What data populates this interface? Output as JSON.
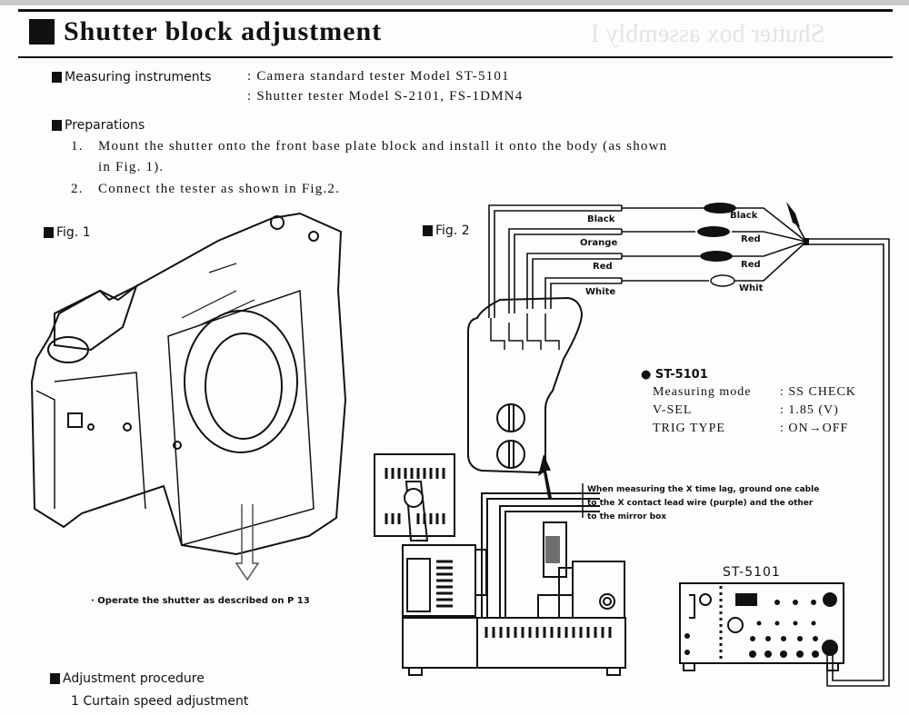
{
  "page": {
    "title": "Shutter block adjustment",
    "ghost_text": "Shutter box assembly I"
  },
  "measuring_instruments": {
    "heading": "Measuring instruments",
    "items": [
      ": Camera standard tester  Model ST-5101",
      ": Shutter tester  Model S-2101, FS-1DMN4"
    ]
  },
  "preparations": {
    "heading": "Preparations",
    "steps": [
      {
        "num": "1.",
        "text": "Mount the shutter onto the front base plate block and install it onto the body (as shown",
        "cont": "in Fig. 1)."
      },
      {
        "num": "2.",
        "text": "Connect the tester as shown in Fig.2."
      }
    ]
  },
  "fig1": {
    "label": "Fig. 1",
    "caption": "· Operate the shutter as described on P 13",
    "icons": [
      "camera-body-illustration",
      "down-arrow-icon"
    ]
  },
  "fig2": {
    "label": "Fig. 2",
    "wires_left": [
      "Black",
      "Orange",
      "Red",
      "White"
    ],
    "wires_right": [
      "Black",
      "Red",
      "Red",
      "Whit"
    ],
    "note_lines": [
      "When measuring the X time lag, ground one cable",
      "to the X contact lead wire (purple) and the other",
      "to the mirror box"
    ],
    "tester_label": "ST-5101",
    "settings": {
      "heading": "ST-5101",
      "rows": [
        {
          "key": "Measuring mode",
          "value": ": SS CHECK"
        },
        {
          "key": "V-SEL",
          "value": ": 1.85 (V)"
        },
        {
          "key": "TRIG TYPE",
          "value": ": ON→OFF"
        }
      ]
    }
  },
  "adjustment": {
    "heading": "Adjustment procedure",
    "sub": "1 Curtain speed adjustment"
  }
}
